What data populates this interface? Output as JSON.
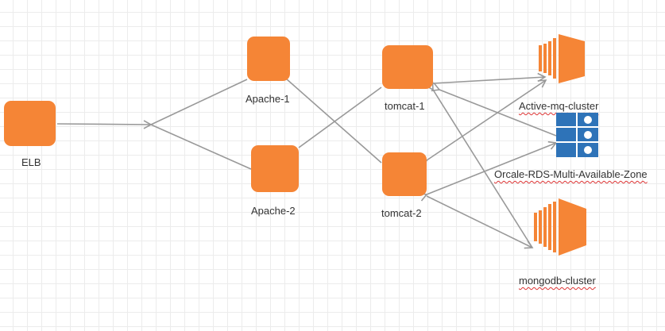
{
  "diagram": {
    "nodes": {
      "elb": {
        "label": "ELB"
      },
      "apache1": {
        "label": "Apache-1"
      },
      "apache2": {
        "label": "Apache-2"
      },
      "tomcat1": {
        "label": "tomcat-1"
      },
      "tomcat2": {
        "label": "tomcat-2"
      },
      "activemq": {
        "label": "Active-mq-cluster"
      },
      "rds": {
        "label": "Orcale-RDS-Multi-Available-Zone"
      },
      "mongodb": {
        "label": "mongodb-cluster"
      }
    },
    "colors": {
      "node_fill": "#f58536",
      "edge": "#999999",
      "db_icon": "#2e73b8",
      "spellcheck_underline": "#dd3333"
    },
    "icons": {
      "activemq": "server-cluster-icon",
      "rds": "database-grid-icon",
      "mongodb": "server-cluster-icon"
    }
  }
}
